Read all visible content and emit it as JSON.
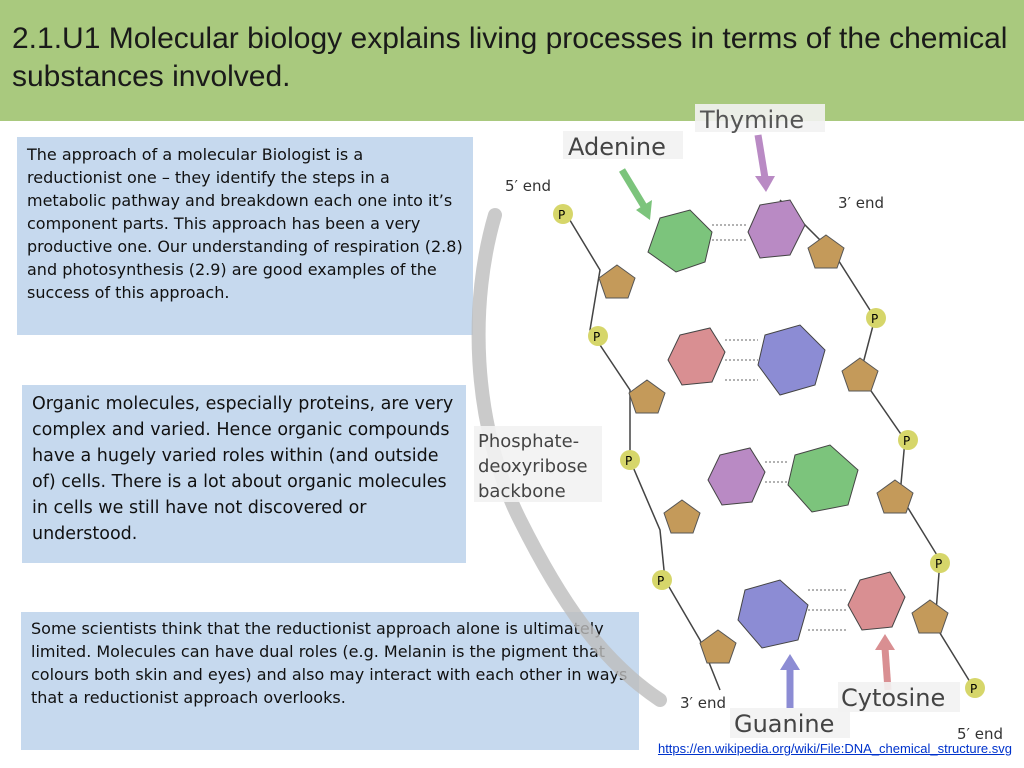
{
  "slide": {
    "title": "2.1.U1 Molecular biology explains living processes in terms of the chemical substances involved.",
    "paragraph_1": "The approach of a molecular Biologist is a reductionist one – they identify the steps in a metabolic pathway and breakdown each one into it’s component parts. This approach has been a very productive one. Our understanding of respiration (2.8) and photosynthesis (2.9) are good examples of the success of this approach.",
    "paragraph_2": "Organic molecules, especially proteins, are very complex and varied. Hence organic compounds have a hugely varied roles within (and outside of) cells. There is a lot about organic molecules in cells we still have not discovered or understood.",
    "paragraph_3": "Some scientists think that the reductionist approach alone is ultimately limited. Molecules can have dual roles (e.g. Melanin is the pigment that colours both skin and eyes) and also may interact with each other in ways that a reductionist approach overlooks.",
    "source_link": "https://en.wikipedia.org/wiki/File:DNA_chemical_structure.svg"
  },
  "diagram": {
    "label_thymine": "Thymine",
    "label_adenine": "Adenine",
    "label_five_end_top": "5′ end",
    "label_three_end_top": "3′ end",
    "label_backbone_1": "Phosphate-",
    "label_backbone_2": "deoxyribose",
    "label_backbone_3": "backbone",
    "label_three_end_bottom": "3′ end",
    "label_five_end_bottom": "5′ end",
    "label_guanine": "Guanine",
    "label_cytosine": "Cytosine",
    "colors": {
      "adenine": "#7cc47c",
      "thymine": "#b98ac4",
      "guanine": "#8c8cd4",
      "cytosine": "#d98f92",
      "sugar": "#c49a5a",
      "phosphate": "#d6d66a",
      "header": "#a9c97e",
      "text_box": "#c6d9ee"
    }
  }
}
